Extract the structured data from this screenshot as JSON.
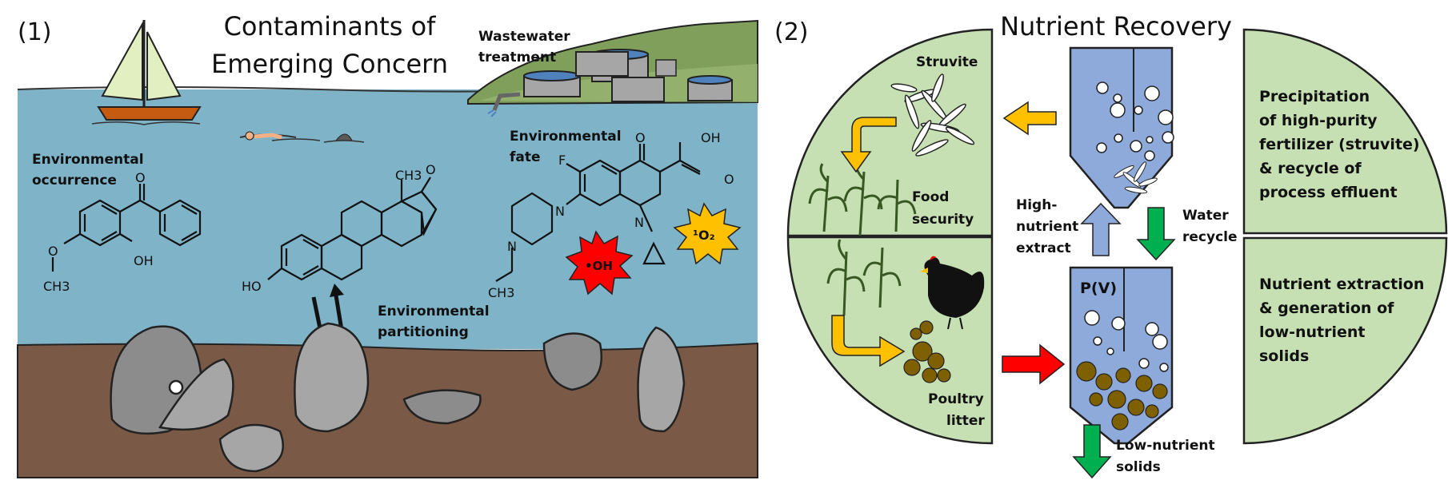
{
  "panel1": {
    "number": "(1)",
    "title_line1": "Contaminants of",
    "title_line2": "Emerging Concern",
    "wastewater_line1": "Wastewater",
    "wastewater_line2": "treatment",
    "occurrence_line1": "Environmental",
    "occurrence_line2": "occurrence",
    "fate_line1": "Environmental",
    "fate_line2": "fate",
    "partitioning_line1": "Environmental",
    "partitioning_line2": "partitioning",
    "benzophenone": {
      "oxygen": "O",
      "hydroxyl": "OH",
      "methoxy_o": "O",
      "methyl": "CH3"
    },
    "estrone": {
      "methyl": "CH3",
      "ketone": "O",
      "hydroxyl": "HO"
    },
    "quinolone": {
      "fluoro": "F",
      "ketone": "O",
      "acid_oh": "OH",
      "acid_o": "O",
      "n_ring": "N",
      "n_core": "N",
      "n_pip": "N",
      "ethyl": "CH3"
    },
    "radical_oh": "•OH",
    "singlet_oxygen": "¹O₂"
  },
  "panel2": {
    "number": "(2)",
    "title": "Nutrient Recovery",
    "struvite": "Struvite",
    "food_line1": "Food",
    "food_line2": "security",
    "poultry_line1": "Poultry",
    "poultry_line2": "litter",
    "extract_line1": "High-",
    "extract_line2": "nutrient",
    "extract_line3": "extract",
    "recycle_line1": "Water",
    "recycle_line2": "recycle",
    "reactor_label": "P(V)",
    "lownutrient_line1": "Low-nutrient",
    "lownutrient_line2": "solids",
    "precip_line1": "Precipitation",
    "precip_line2": "of high-purity",
    "precip_line3": "fertilizer (struvite)",
    "precip_line4": "& recycle of",
    "precip_line5": "process effluent",
    "extract_box_line1": "Nutrient extraction",
    "extract_box_line2": "& generation of",
    "extract_box_line3": "low-nutrient",
    "extract_box_line4": "solids"
  },
  "colors": {
    "water": "#7fb3c8",
    "sediment": "#7a5a47",
    "land": "#7f9f5a",
    "panel_green": "#c6e0b4",
    "reactor_blue": "#8eaadb",
    "arrow_orange": "#ffc000",
    "arrow_green": "#00b050",
    "arrow_red": "#ff0000",
    "arrow_blue": "#8eaadb",
    "hull": "#c55a11",
    "sail": "#e2efc0",
    "radical_red": "#ff0000",
    "oxygen_yellow": "#ffc000",
    "litter_brown": "#7f6000"
  }
}
